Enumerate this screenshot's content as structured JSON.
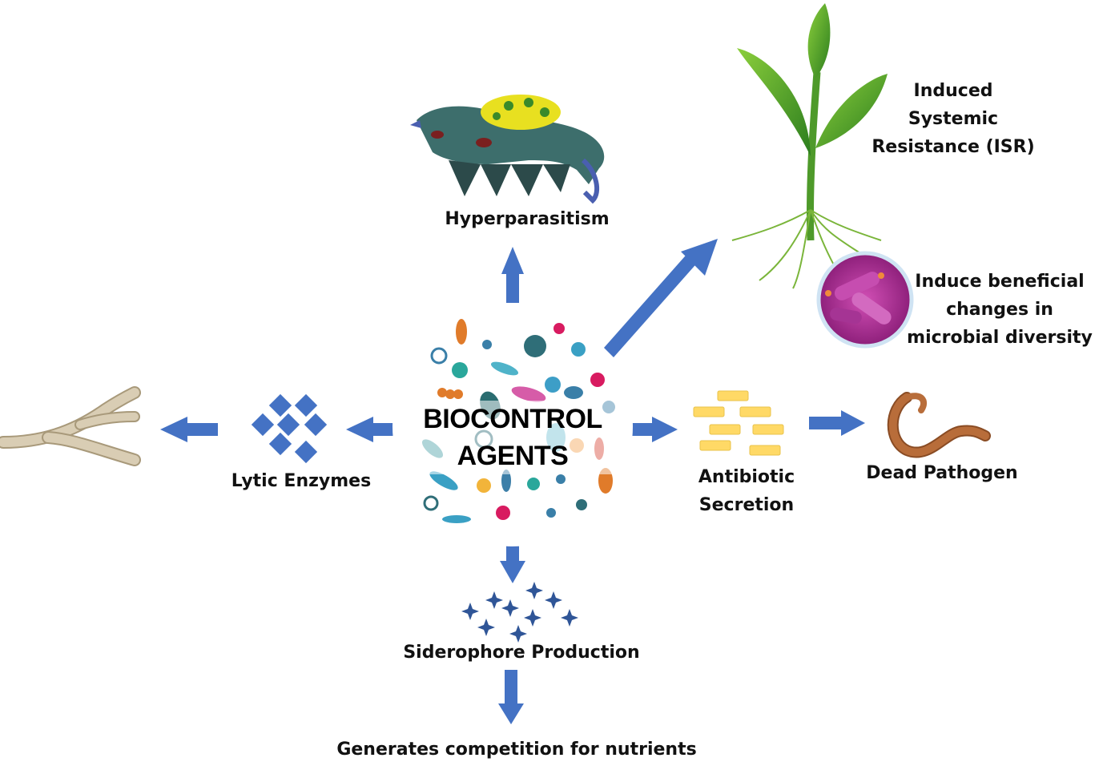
{
  "center": {
    "line1": "BIOCONTROL",
    "line2": "AGENTS"
  },
  "labels": {
    "hyperparasitism": "Hyperparasitism",
    "isr": [
      "Induced",
      "Systemic",
      "Resistance (ISR)"
    ],
    "microbial": [
      "Induce beneficial",
      "changes in",
      "microbial diversity"
    ],
    "lytic": "Lytic Enzymes",
    "antibiotic": [
      "Antibiotic",
      "Secretion"
    ],
    "dead": "Dead Pathogen",
    "siderophore": "Siderophore Production",
    "competition": "Generates competition for nutrients"
  },
  "colors": {
    "arrow": "#4472C4",
    "enzyme": "#4472C4",
    "star": "#2F5597",
    "antibiotic": "#FFD966",
    "leaf": "#3A9B2B",
    "stem": "#4E9A2A",
    "microbe_disc": "#B5379B",
    "worm": "#B86D3A",
    "hyphae": "#D9CDB4"
  },
  "icons": [
    "microbe-cluster-icon",
    "hyperparasite-icon",
    "plant-seedling-icon",
    "microbe-disc-icon",
    "fungal-hyphae-icon",
    "lytic-enzyme-icon",
    "antibiotic-bars-icon",
    "worm-pathogen-icon",
    "siderophore-stars-icon"
  ]
}
